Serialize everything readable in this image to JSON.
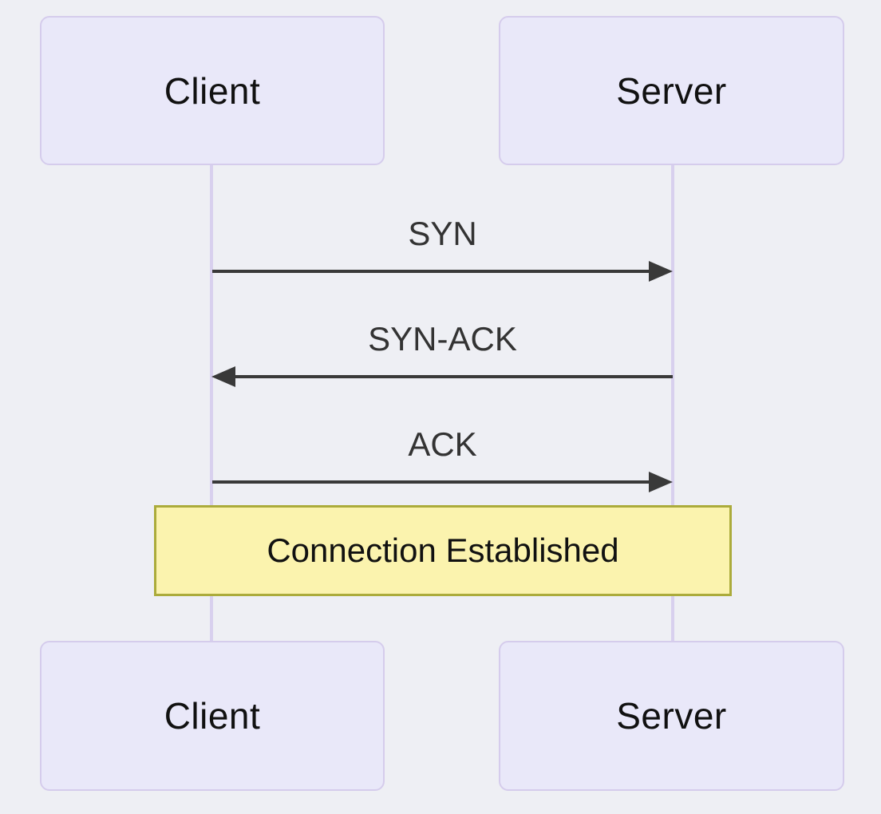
{
  "diagram": {
    "type": "sequence",
    "actors": [
      {
        "id": "client",
        "label": "Client"
      },
      {
        "id": "server",
        "label": "Server"
      }
    ],
    "messages": [
      {
        "from": "client",
        "to": "server",
        "label": "SYN",
        "direction": "right"
      },
      {
        "from": "server",
        "to": "client",
        "label": "SYN-ACK",
        "direction": "left"
      },
      {
        "from": "client",
        "to": "server",
        "label": "ACK",
        "direction": "right"
      }
    ],
    "note": {
      "label": "Connection Established",
      "over": "client,server"
    },
    "colors": {
      "background": "#eeeff4",
      "actor_fill": "#e9e8f9",
      "actor_border": "#d5ccec",
      "actor_text": "#111111",
      "lifeline": "#d8d0ee",
      "arrow": "#393939",
      "label_text": "#333333",
      "note_fill": "#fbf3ae",
      "note_border": "#abab3b",
      "note_text": "#111111"
    }
  }
}
